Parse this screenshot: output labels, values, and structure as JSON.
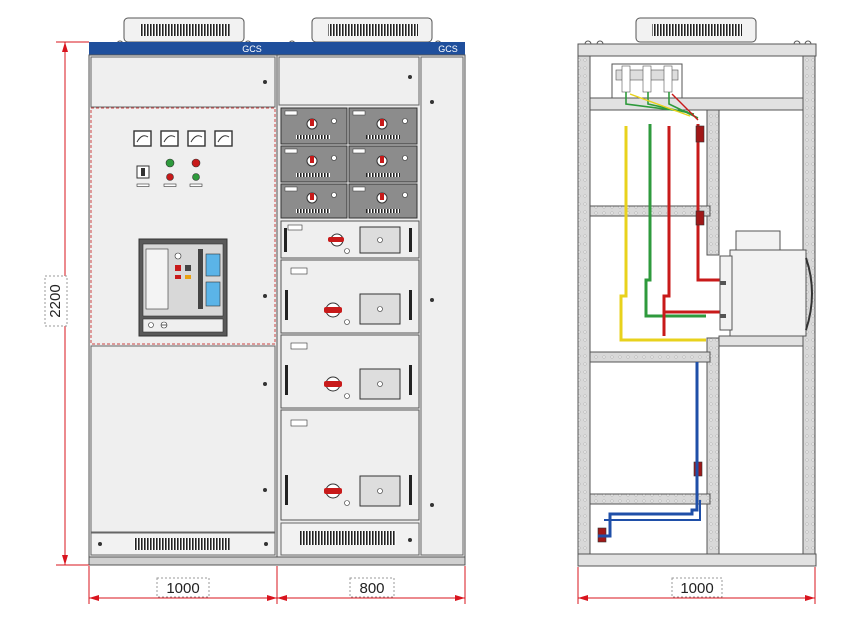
{
  "front_view": {
    "height_label": "2200",
    "width_left_label": "1000",
    "width_right_label": "800",
    "brand_left": "GCS",
    "brand_right": "GCS"
  },
  "side_view": {
    "width_label": "1000"
  },
  "colors": {
    "dimension_line": "#d9141e",
    "panel_fill": "#ececec",
    "panel_stroke": "#555555",
    "brand_bar": "#1f4f9c",
    "drawer_dark": "#8c8c8c",
    "bus_yellow": "#e8d21c",
    "bus_green": "#2e9a3c",
    "bus_red": "#c81a1a",
    "bus_blue": "#1f4fa8"
  }
}
